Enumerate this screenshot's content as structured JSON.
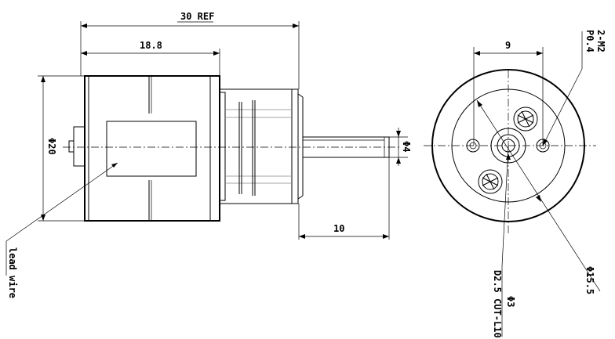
{
  "dimensions": {
    "overall_length": "30 REF",
    "motor_length": "18.8",
    "body_diameter": "Φ20",
    "shaft_diameter": "Φ4",
    "shaft_length": "10",
    "hole_spacing": "9",
    "mount_holes": "2-M2",
    "mount_pitch": "P0.4",
    "flange_diameter": "Φ15.5",
    "shaft_dia_end": "Φ3",
    "shaft_flat": "D2.5 CUT-L10"
  },
  "labels": {
    "lead_wire": "lead wire"
  }
}
